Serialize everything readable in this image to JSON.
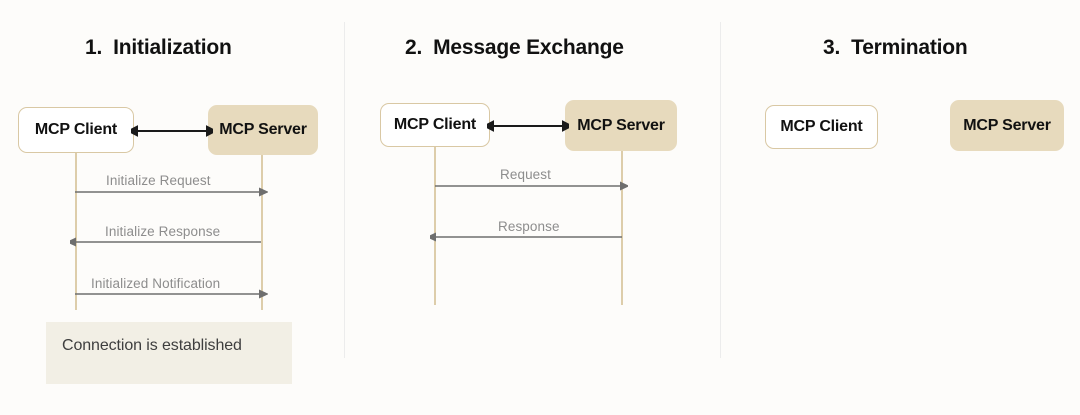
{
  "diagram": {
    "type": "sequence-diagram",
    "background_color": "#fdfcfa",
    "divider_color": "#ececec",
    "colors": {
      "client_fill": "#ffffff",
      "client_border": "#d9c8a4",
      "server_fill": "#e7dabd",
      "lifeline": "#ddcdaa",
      "message_arrow": "#6e6e6e",
      "handshake_arrow": "#1a1a1a",
      "label_text": "#8d8d8d",
      "title_text": "#111111",
      "note_fill": "#f2efe5",
      "note_text": "#3e3e3e"
    }
  },
  "panels": [
    {
      "number": "1.",
      "title": "Initialization",
      "client_label": "MCP Client",
      "server_label": "MCP Server",
      "handshake": "bidirectional",
      "messages": [
        {
          "label": "Initialize Request",
          "direction": "client-to-server"
        },
        {
          "label": "Initialize Response",
          "direction": "server-to-client"
        },
        {
          "label": "Initialized Notification",
          "direction": "client-to-server"
        }
      ],
      "note": "Connection is established"
    },
    {
      "number": "2.",
      "title": "Message Exchange",
      "client_label": "MCP Client",
      "server_label": "MCP Server",
      "handshake": "bidirectional",
      "messages": [
        {
          "label": "Request",
          "direction": "client-to-server"
        },
        {
          "label": "Response",
          "direction": "server-to-client"
        }
      ],
      "note": null
    },
    {
      "number": "3.",
      "title": "Termination",
      "client_label": "MCP Client",
      "server_label": "MCP Server",
      "handshake": null,
      "messages": [],
      "note": null
    }
  ]
}
